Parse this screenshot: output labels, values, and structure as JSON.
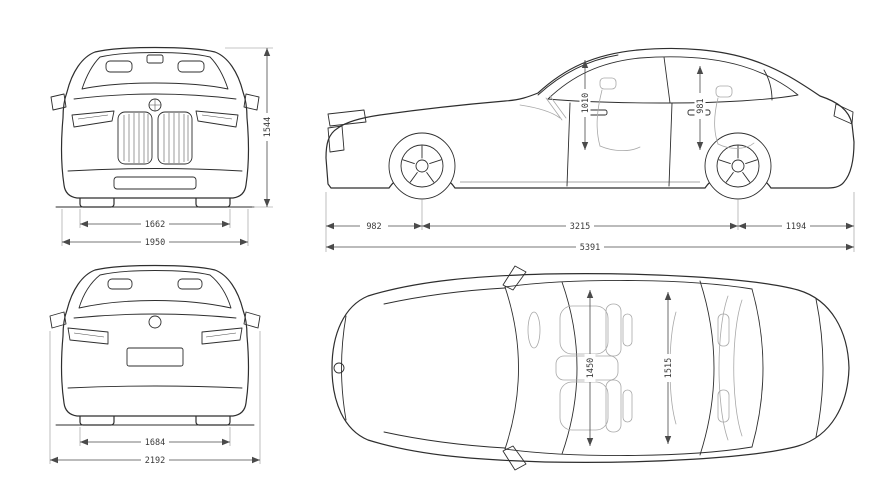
{
  "colors": {
    "background": "#ffffff",
    "line": "#2e2e2e",
    "dimension": "#4a4a4a",
    "ghost_interior": "#a8a8a8"
  },
  "views": {
    "front": {
      "dims": {
        "height": "1544",
        "track": "1662",
        "width": "1950"
      }
    },
    "side": {
      "dims": {
        "front_headroom": "1010",
        "rear_headroom": "981",
        "front_overhang": "982",
        "wheelbase": "3215",
        "rear_overhang": "1194",
        "length": "5391"
      }
    },
    "rear": {
      "dims": {
        "track": "1684",
        "width_mirrors": "2192"
      }
    },
    "top": {
      "dims": {
        "front_cabin_width": "1450",
        "rear_cabin_width": "1515"
      }
    }
  }
}
